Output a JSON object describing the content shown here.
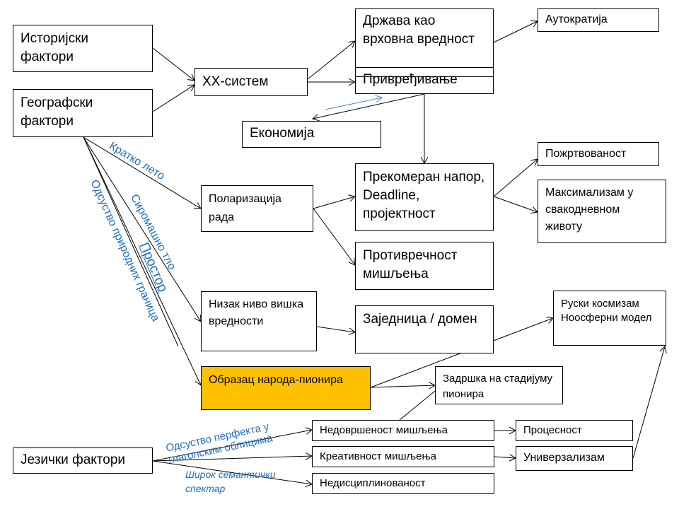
{
  "boxes": {
    "historical": "Историјски фактори",
    "geographic": "Географски фактори",
    "xx_system": "XX-систем",
    "state": "Држава као врховна вредност",
    "economy_activity": "Привређивање",
    "autocracy": "Аутократија",
    "economy": "Економија",
    "sacrifice": "Пожртвованост",
    "maximalism": "Максимализам у свакодневном животу",
    "overexertion": "Прекомеран напор, Deadline, пројектност",
    "polarization": "Поларизација рада",
    "contradiction": "Противречност мишљења",
    "low_surplus": "Низак ниво вишка вредности",
    "community": "Заједница / домен",
    "cosmism": "Руски космизам Ноосферни модел",
    "pioneer_pattern": "Образац народа-пионира",
    "pioneer_delay": "Задршка на стадијуму пионира",
    "unfinished": "Недовршеност мишљења",
    "processness": "Процесност",
    "creativity": "Креативност мишљења",
    "universalism": "Универзализам",
    "indiscipline": "Недисциплинованост",
    "language": "Језички фактори"
  },
  "edge_labels": {
    "short_summer": "Кратко лето",
    "poor_soil": "Сиромашно тло",
    "no_borders": "Одсуство природних граница",
    "space": "Простор",
    "no_perfect": "Одсуство перфекта у глаголским облицима",
    "semantic": "Широк семантички спектар"
  },
  "colors": {
    "highlight": "#FFC000",
    "label": "#1f6fc0"
  }
}
